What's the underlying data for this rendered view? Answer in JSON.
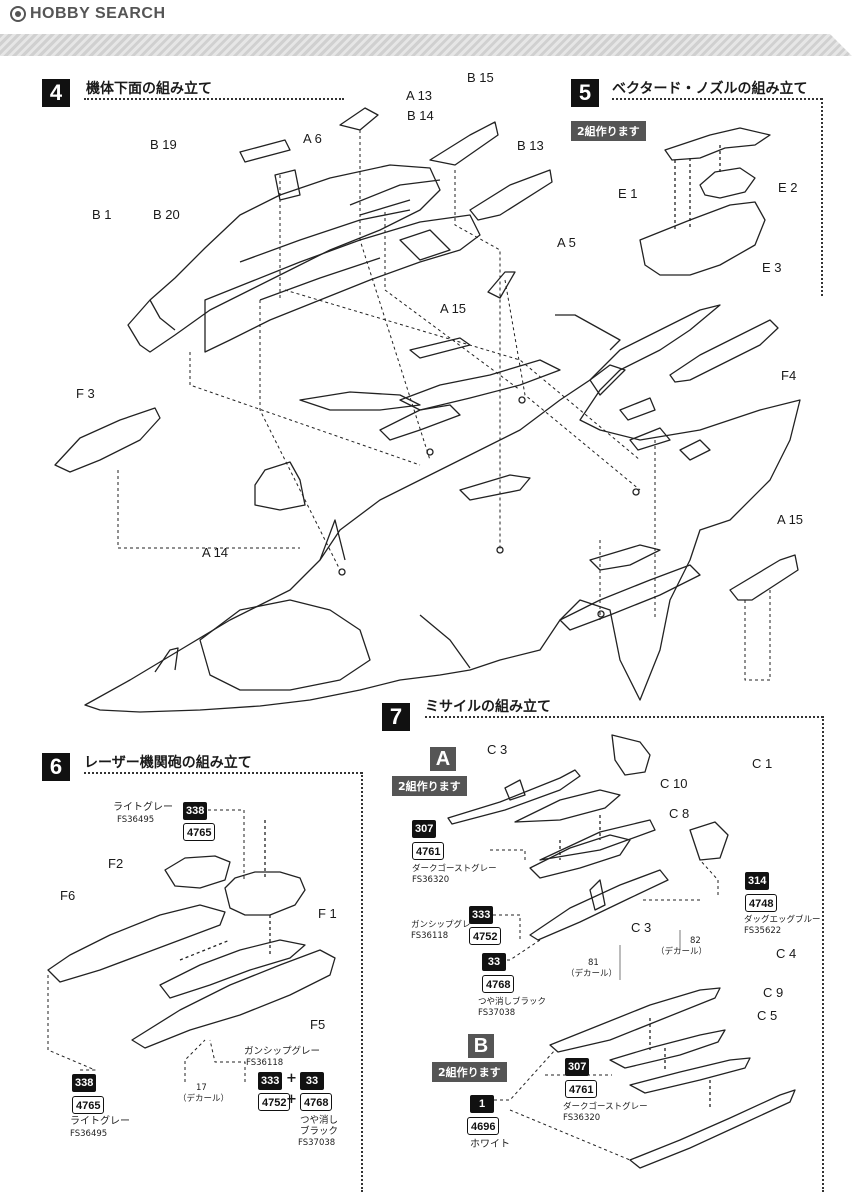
{
  "header": {
    "logo": "HOBBY SEARCH"
  },
  "step4": {
    "number": "4",
    "title": "機体下面の組み立て",
    "parts": {
      "a13": "A 13",
      "b15": "B 15",
      "b14": "B 14",
      "b19": "B 19",
      "a6": "A 6",
      "b13": "B 13",
      "b1": "B 1",
      "b20": "B 20",
      "a5": "A 5",
      "a15": "A 15",
      "f3": "F 3",
      "f4": "F4",
      "a14": "A 14",
      "a15b": "A 15"
    }
  },
  "step5": {
    "number": "5",
    "title": "ベクタード・ノズルの組み立て",
    "note": "2組作ります",
    "parts": {
      "e1": "E 1",
      "e2": "E 2",
      "e3": "E 3"
    }
  },
  "step6": {
    "number": "6",
    "title": "レーザー機関砲の組み立て",
    "parts": {
      "f2": "F2",
      "f1": "F 1",
      "f6": "F6",
      "f5": "F5"
    },
    "paint_top": {
      "name": "ライトグレー",
      "code1": "338",
      "code2": "4765",
      "fs": "FS36495"
    },
    "paint_bottom": {
      "code1": "338",
      "code2": "4765",
      "name": "ライトグレー",
      "fs": "FS36495"
    },
    "decal": {
      "number": "17",
      "label": "（デカール）"
    },
    "mix": {
      "name": "ガンシップグレー",
      "fs": "FS36118",
      "code_a1": "333",
      "code_b1": "33",
      "code_a2": "4752",
      "code_b2": "4768",
      "name2_l1": "つや消し",
      "name2_l2": "ブラック",
      "fs2": "FS37038",
      "plus1": "+",
      "plus2": "+"
    }
  },
  "step7": {
    "number": "7",
    "title": "ミサイルの組み立て",
    "groupA": {
      "letter": "A",
      "note": "2組作ります"
    },
    "groupB": {
      "letter": "B",
      "note": "2組作ります"
    },
    "parts": {
      "c3a": "C 3",
      "c1": "C 1",
      "c10": "C 10",
      "c8": "C 8",
      "c3b": "C 3",
      "c4": "C 4",
      "c9": "C 9",
      "c5": "C 5"
    },
    "paint_dark": {
      "code1": "307",
      "code2": "4761",
      "name": "ダークゴーストグレー",
      "fs": "FS36320"
    },
    "paint_gunship": {
      "name": "ガンシップグレー",
      "fs": "FS36118",
      "code1": "333",
      "code2": "4752"
    },
    "paint_black": {
      "code1": "33",
      "code2": "4768",
      "name": "つや消しブラック",
      "fs": "FS37038"
    },
    "paint_duck": {
      "code1": "314",
      "code2": "4748",
      "name": "ダッグエッグブルー",
      "fs": "FS35622"
    },
    "decal81": {
      "number": "81",
      "label": "（デカール）"
    },
    "decal82": {
      "number": "82",
      "label": "（デカール）"
    },
    "paint_dark_b": {
      "code1": "307",
      "code2": "4761",
      "name": "ダークゴーストグレー",
      "fs": "FS36320"
    },
    "paint_white": {
      "code1": "1",
      "code2": "4696",
      "name": "ホワイト"
    }
  }
}
